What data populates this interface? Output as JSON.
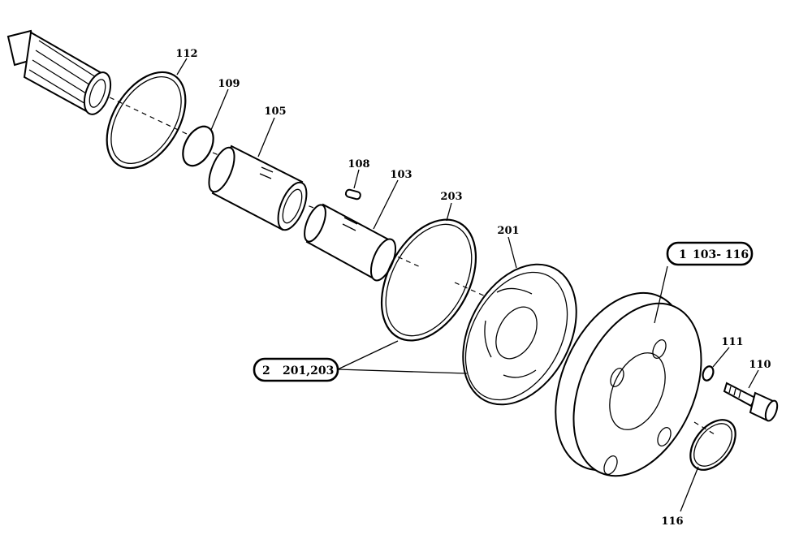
{
  "diagram": {
    "parts": [
      {
        "id": "shaft",
        "label": ""
      },
      {
        "id": "ring-112",
        "label": "112"
      },
      {
        "id": "ring-109",
        "label": "109"
      },
      {
        "id": "sleeve-105",
        "label": "105"
      },
      {
        "id": "key-108",
        "label": "108"
      },
      {
        "id": "sleeve-103",
        "label": "103"
      },
      {
        "id": "ring-203",
        "label": "203"
      },
      {
        "id": "plate-201",
        "label": "201"
      },
      {
        "id": "housing",
        "label": ""
      },
      {
        "id": "washer-111",
        "label": "111"
      },
      {
        "id": "screw-110",
        "label": "110"
      },
      {
        "id": "ring-116",
        "label": "116"
      }
    ],
    "groups": [
      {
        "id": "group-1",
        "number": "1",
        "range": "103- 116"
      },
      {
        "id": "group-2",
        "number": "2",
        "range": "201,203"
      }
    ]
  }
}
